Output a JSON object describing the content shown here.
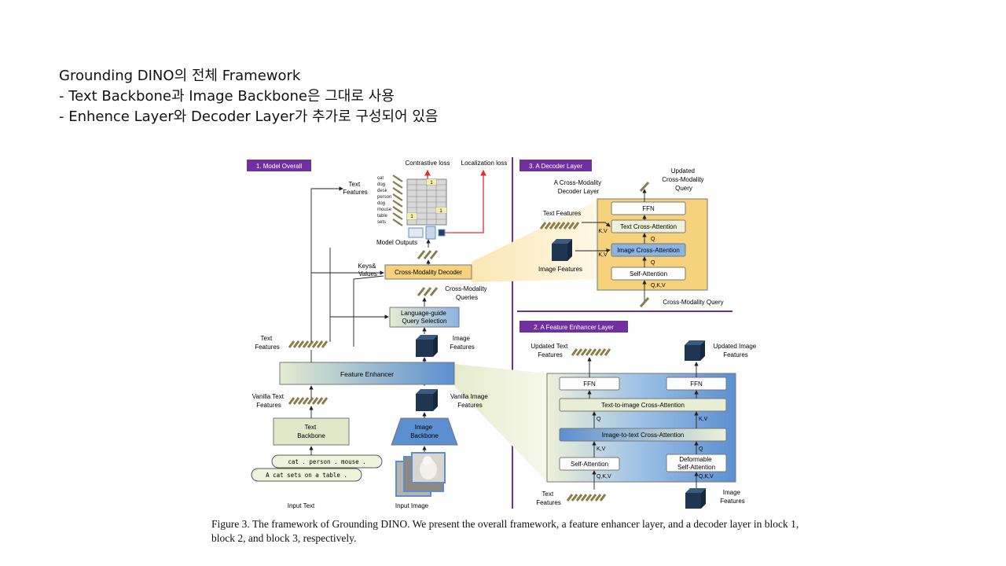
{
  "slide": {
    "line1": "Grounding DINO의 전체 Framework",
    "line2": "- Text Backbone과 Image Backbone은 그대로 사용",
    "line3": "- Enhence Layer와 Decoder Layer가 추가로 구성되어 있음"
  },
  "figure": {
    "panel1": {
      "title": "1. Model Overall",
      "contrastive_loss": "Contrastive loss",
      "localization_loss": "Localization loss",
      "text_features_top_1": "Text",
      "text_features_top_2": "Features",
      "words": [
        "cat",
        "dog",
        "desk",
        "person",
        "dog",
        "mouse",
        "table",
        "sets"
      ],
      "matrix_ones": [
        "1",
        "1",
        "1"
      ],
      "model_outputs": "Model Outputs",
      "keys_values_1": "Keys&",
      "keys_values_2": "Values",
      "cross_modality_decoder": "Cross-Modality Decoder",
      "cm_queries_1": "Cross-Modality",
      "cm_queries_2": "Queries",
      "lgqs_1": "Language-guide",
      "lgqs_2": "Query Selection",
      "image_features_1": "Image",
      "image_features_2": "Features",
      "text_features_mid_1": "Text",
      "text_features_mid_2": "Features",
      "feature_enhancer": "Feature Enhancer",
      "vanilla_text_1": "Vanilla Text",
      "vanilla_text_2": "Features",
      "vanilla_image_1": "Vanilla Image",
      "vanilla_image_2": "Features",
      "text_backbone_1": "Text",
      "text_backbone_2": "Backbone",
      "image_backbone_1": "Image",
      "image_backbone_2": "Backbone",
      "input_caption_1": "cat . person . mouse .",
      "input_caption_2": "A cat sets on a table .",
      "input_text": "Input Text",
      "input_image": "Input Image"
    },
    "panel3": {
      "title": "3. A Decoder Layer",
      "layer_name_1": "A Cross-Modality",
      "layer_name_2": "Decoder Layer",
      "updated_1": "Updated",
      "updated_2": "Cross-Modality",
      "updated_3": "Query",
      "text_features": "Text Features",
      "image_features": "Image Features",
      "ffn": "FFN",
      "text_cross_attention": "Text Cross-Attention",
      "image_cross_attention": "Image Cross-Attention",
      "self_attention": "Self-Attention",
      "kv": "K,V",
      "q": "Q",
      "qkv": "Q,K,V",
      "cross_modality_query": "Cross-Modality Query"
    },
    "panel2": {
      "title": "2. A Feature Enhancer Layer",
      "updated_text_1": "Updated Text",
      "updated_text_2": "Features",
      "updated_image_1": "Updated Image",
      "updated_image_2": "Features",
      "ffn": "FFN",
      "t2i": "Text-to-image Cross-Attention",
      "i2t": "Image-to-text Cross-Attention",
      "self_attention": "Self-Attention",
      "deformable_1": "Deformable",
      "deformable_2": "Self-Attention",
      "q": "Q",
      "kv": "K,V",
      "qkv": "Q,K,V",
      "text_features_1": "Text",
      "text_features_2": "Features",
      "image_features_1": "Image",
      "image_features_2": "Features"
    },
    "caption": "Figure 3. The framework of Grounding DINO. We present the overall framework, a feature enhancer layer, and a decoder layer in block 1, block 2, and block 3, respectively."
  },
  "colors": {
    "purple": "#7030a0",
    "feature_blue": "#5b8fd0",
    "feature_green": "#dfe8c8",
    "decoder_yellow": "#f7d27c",
    "loss_red": "#e03030",
    "token_olive": "#8a7d4a",
    "cube_navy": "#1f3552"
  }
}
